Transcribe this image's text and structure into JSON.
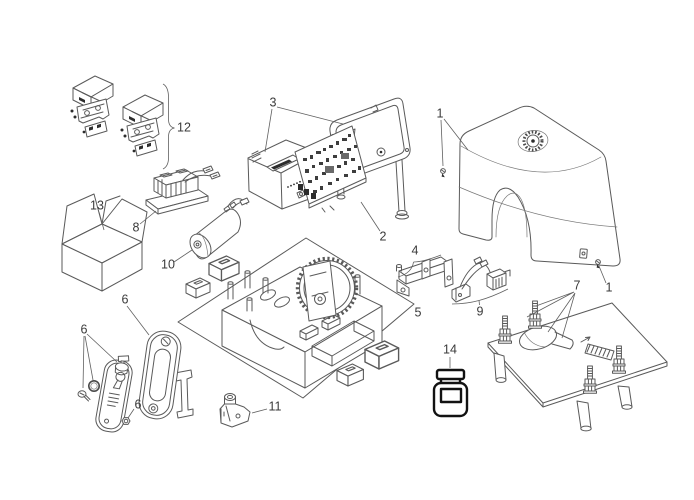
{
  "figure": {
    "background_color": "#ffffff",
    "line_color": "#5a5a5a",
    "dark_color": "#121212",
    "label_color": "#3a3a3a"
  },
  "callouts": [
    {
      "part": "1",
      "text": "1"
    },
    {
      "part": "1",
      "text": "1"
    },
    {
      "part": "2",
      "text": "2"
    },
    {
      "part": "3",
      "text": "3"
    },
    {
      "part": "4",
      "text": "4"
    },
    {
      "part": "5",
      "text": "5"
    },
    {
      "part": "6",
      "text": "6"
    },
    {
      "part": "6",
      "text": "6"
    },
    {
      "part": "6",
      "text": "6"
    },
    {
      "part": "7",
      "text": "7"
    },
    {
      "part": "8",
      "text": "8"
    },
    {
      "part": "9",
      "text": "9"
    },
    {
      "part": "10",
      "text": "10"
    },
    {
      "part": "11",
      "text": "11"
    },
    {
      "part": "12",
      "text": "12"
    },
    {
      "part": "13",
      "text": "13"
    },
    {
      "part": "14",
      "text": "14"
    }
  ]
}
